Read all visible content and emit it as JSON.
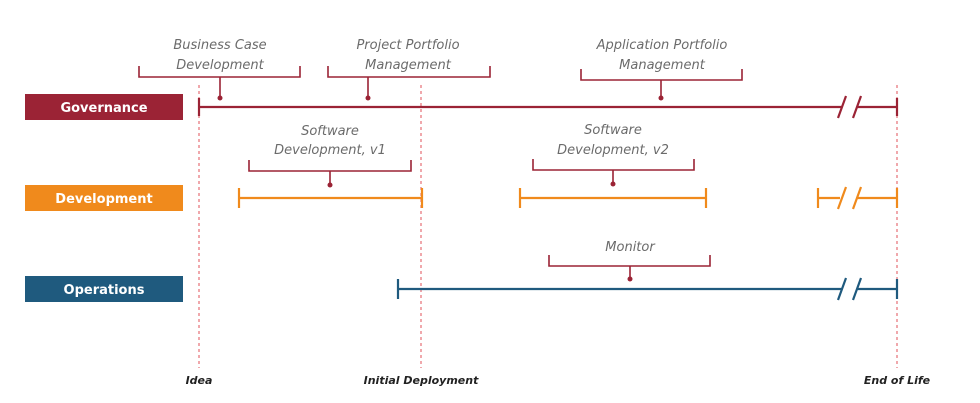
{
  "lanes": {
    "governance": {
      "label": "Governance",
      "color": "#9b2335"
    },
    "development": {
      "label": "Development",
      "color": "#f08a1c"
    },
    "operations": {
      "label": "Operations",
      "color": "#1f5a7e"
    }
  },
  "activities": {
    "business_case": [
      "Business Case",
      "Development"
    ],
    "project_portfolio": [
      "Project Portfolio",
      "Management"
    ],
    "application_portfolio": [
      "Application Portfolio",
      "Management"
    ],
    "software_v1": [
      "Software",
      "Development, v1"
    ],
    "software_v2": [
      "Software",
      "Development, v2"
    ],
    "monitor": [
      "Monitor"
    ]
  },
  "milestones": {
    "idea": "Idea",
    "initial_deployment": "Initial Deployment",
    "end_of_life": "End of Life"
  },
  "milestone_line_color": "#e0505a"
}
